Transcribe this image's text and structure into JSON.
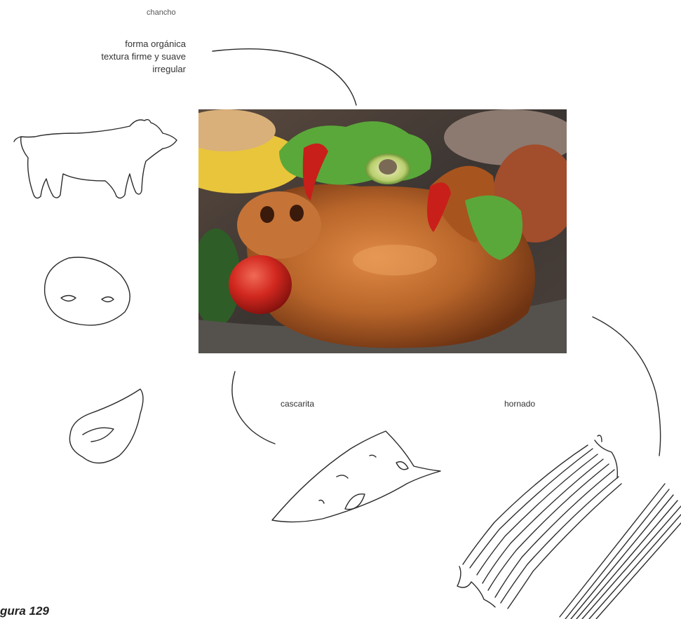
{
  "labels": {
    "chancho": "chancho",
    "properties": [
      "forma orgánica",
      "textura firme y suave",
      "irregular"
    ],
    "cascarita": "cascarita",
    "hornado": "hornado"
  },
  "caption": "gura 129",
  "photo": {
    "colors": {
      "skin": "#b8652a",
      "lettuce": "#5aa83a",
      "tomato": "#d2281f",
      "background": "#3a3532"
    }
  },
  "icons": [
    "pig-outline-icon",
    "snout-icon",
    "ear-icon",
    "skin-piece-icon",
    "hornado-slab-icon"
  ]
}
